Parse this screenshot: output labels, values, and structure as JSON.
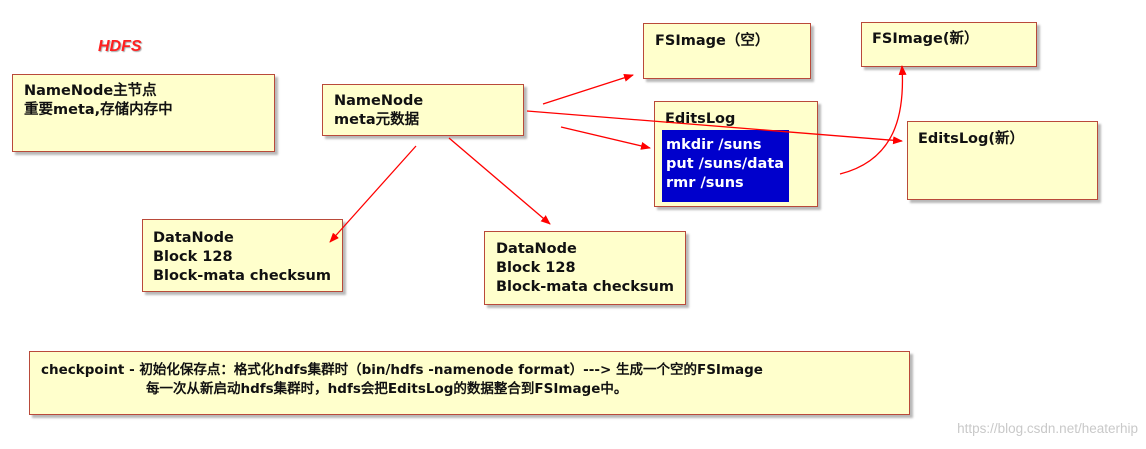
{
  "title": "HDFS",
  "namenode_main": {
    "lines": [
      "NameNode主节点",
      "重要meta,存储内存中"
    ]
  },
  "namenode_meta": {
    "lines": [
      "NameNode",
      "meta元数据"
    ]
  },
  "fsimage_empty": {
    "label": "FSImage（空）"
  },
  "fsimage_new": {
    "label": "FSImage(新）"
  },
  "editslog": {
    "label": "EditsLog",
    "commands": [
      "mkdir /suns",
      "put /suns/data",
      "rmr /suns"
    ]
  },
  "editslog_new": {
    "label": "EditsLog(新）"
  },
  "datanode_left": {
    "lines": [
      "DataNode",
      "Block 128",
      "Block-mata  checksum"
    ]
  },
  "datanode_right": {
    "lines": [
      "DataNode",
      "Block 128",
      "Block-mata  checksum"
    ]
  },
  "checkpoint": {
    "line1": "checkpoint -  初始化保存点：格式化hdfs集群时（bin/hdfs -namenode format）---> 生成一个空的FSImage",
    "line2": "每一次从新启动hdfs集群时，hdfs会把EditsLog的数据整合到FSImage中。"
  },
  "watermark": "https://blog.csdn.net/heaterhip",
  "colors": {
    "box_fill": "#ffffcc",
    "box_border": "#b94a3a",
    "arrow": "#ff0000",
    "title": "#ff2020",
    "command_fill": "#0000cc"
  }
}
